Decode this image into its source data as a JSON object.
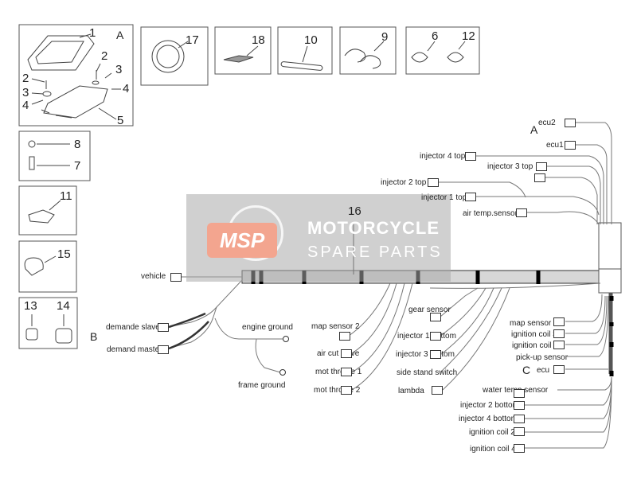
{
  "parts": {
    "p1": "1",
    "pA": "A",
    "p2a": "2",
    "p2b": "2",
    "p3a": "3",
    "p3b": "3",
    "p4a": "4",
    "p4b": "4",
    "p5": "5",
    "p8": "8",
    "p7": "7",
    "p11": "11",
    "p15": "15",
    "p13": "13",
    "p14": "14",
    "p17": "17",
    "p18": "18",
    "p10": "10",
    "p9": "9",
    "p6": "6",
    "p12": "12",
    "p16": "16"
  },
  "letters": {
    "A": "A",
    "B": "B",
    "C": "C"
  },
  "labels": {
    "ecu2": "ecu2",
    "ecu1": "ecu1",
    "injector4top": "injector 4 top",
    "injector3top": "injector 3 top",
    "injector2top": "injector 2 top",
    "injector1top": "injector 1 top",
    "airtemp": "air temp.sensor",
    "vehicle": "vehicle",
    "demandeslave": "demande slave",
    "demandmaster": "demand master",
    "engineground": "engine ground",
    "frameground": "frame ground",
    "mapsensor2": "map sensor 2",
    "aircutvalve": "air cut valve",
    "motthrottle1": "mot throttle 1",
    "motthrottle2": "mot throttle 2",
    "gearsensor": "gear sensor",
    "injector1bottom": "injector 1 bottom",
    "injector3bottom": "injector 3 bottom",
    "sidestand": "side stand switch",
    "lambda": "lambda",
    "mapsensor1": "map sensor 1",
    "ignitioncoil3": "ignition coil 3",
    "ignitioncoil1": "ignition coil 1",
    "pickup": "pick-up sensor",
    "ecu": "ecu",
    "watertemp": "water temp.sensor",
    "injector2bottom": "injector 2 bottom",
    "injector4bottom": "injector 4 bottom",
    "ignitioncoil2": "ignition coil 2",
    "ignitioncoil4": "ignition coil 4"
  },
  "watermark": {
    "logo": "MSP",
    "line1": "MOTORCYCLE",
    "line2": "SPARE PARTS"
  }
}
